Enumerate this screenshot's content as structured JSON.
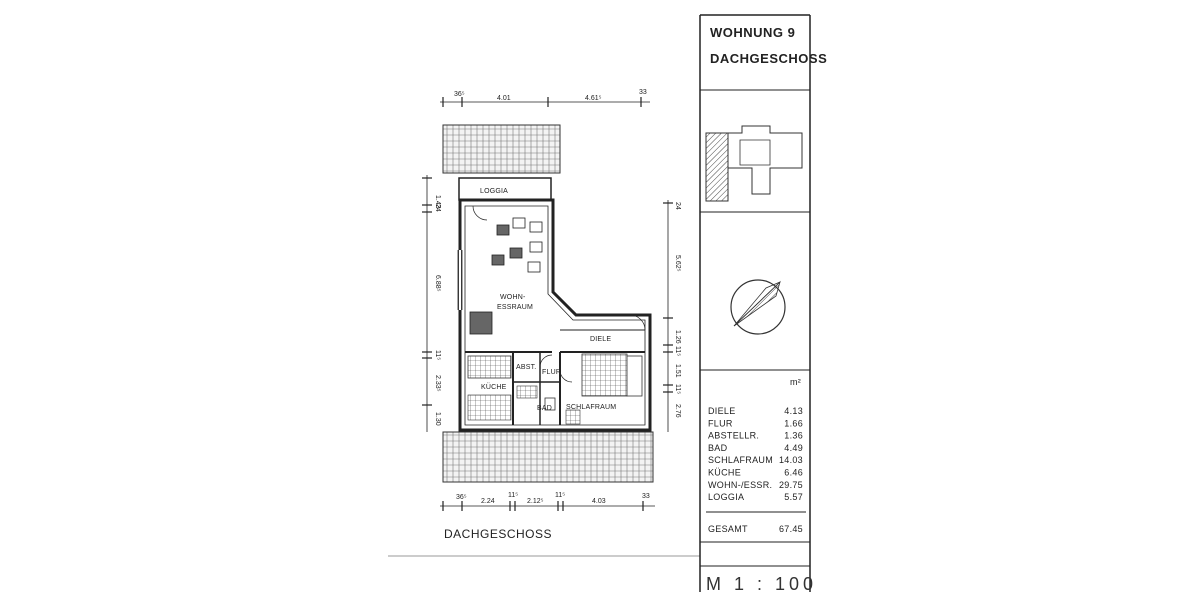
{
  "title_block": {
    "apartment": "WOHNUNG  9",
    "floor": "DACHGESCHOSS",
    "unit": "m²",
    "rooms": [
      {
        "name": "DIELE",
        "area": "4.13"
      },
      {
        "name": "FLUR",
        "area": "1.66"
      },
      {
        "name": "ABSTELLR.",
        "area": "1.36"
      },
      {
        "name": "BAD",
        "area": "4.49"
      },
      {
        "name": "SCHLAFRAUM",
        "area": "14.03"
      },
      {
        "name": "KÜCHE",
        "area": "6.46"
      },
      {
        "name": "WOHN-/ESSR.",
        "area": "29.75"
      },
      {
        "name": "LOGGIA",
        "area": "5.57"
      }
    ],
    "total_label": "GESAMT",
    "total_value": "67.45",
    "scale": "M 1 : 100"
  },
  "plan": {
    "caption": "DACHGESCHOSS",
    "rooms": {
      "loggia": "LOGGIA",
      "wohn_1": "WOHN-",
      "wohn_2": "ESSRAUM",
      "diele": "DIELE",
      "abst": "ABST.",
      "flur": "FLUR",
      "kueche": "KÜCHE",
      "bad": "BAD",
      "schlafraum": "SCHLAFRAUM"
    },
    "dims_top": [
      "36⁵",
      "4.01",
      "4.61⁵",
      "33"
    ],
    "dims_bottom": [
      "36⁵",
      "2.24",
      "11⁵",
      "2.12⁵",
      "11⁵",
      "4.03",
      "33"
    ],
    "dims_left": [
      "1.43",
      "24",
      "6.88⁵",
      "11⁵",
      "2.33⁵",
      "1.30"
    ],
    "dims_right": [
      "24",
      "5.62⁵",
      "1.26",
      "11⁵",
      "1.51",
      "11⁵",
      "2.76"
    ]
  }
}
